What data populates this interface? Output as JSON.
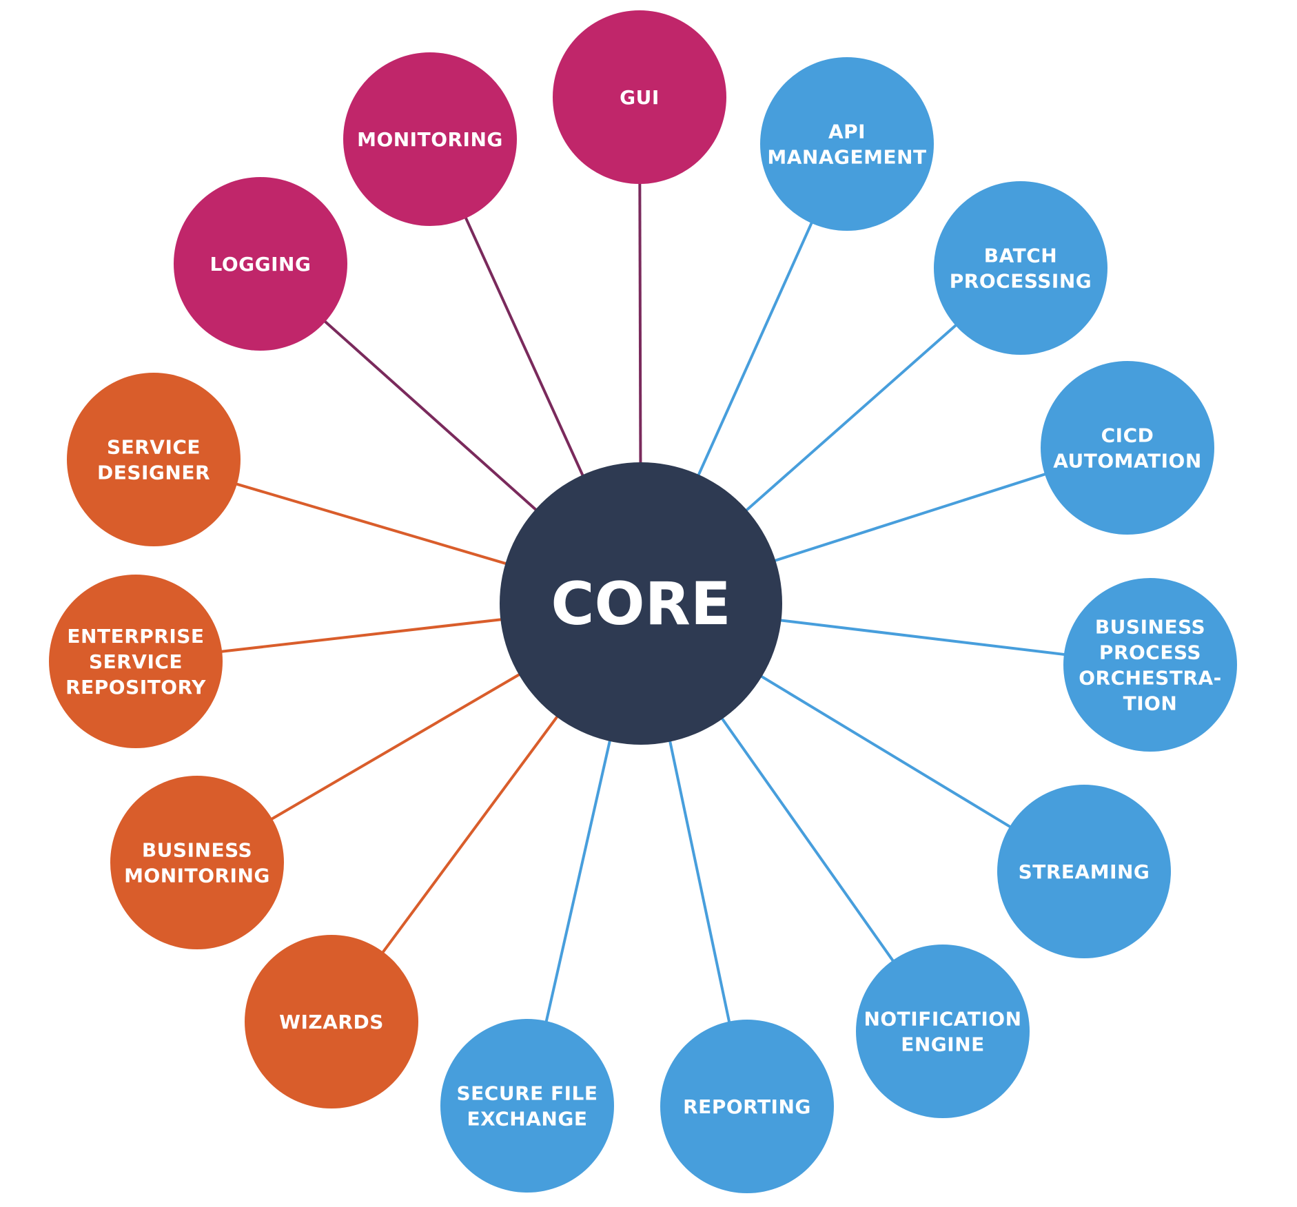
{
  "core": {
    "label": "CORE",
    "color": "#2e3a52"
  },
  "colors": {
    "magenta": "#c0266a",
    "magenta_line": "#7a2a5c",
    "orange": "#d95d2b",
    "blue": "#479edc"
  },
  "nodes": [
    {
      "id": "gui",
      "lines": [
        "GUI"
      ],
      "group": "magenta"
    },
    {
      "id": "monitoring",
      "lines": [
        "MONITORING"
      ],
      "group": "magenta"
    },
    {
      "id": "logging",
      "lines": [
        "LOGGING"
      ],
      "group": "magenta"
    },
    {
      "id": "service-designer",
      "lines": [
        "SERVICE",
        "DESIGNER"
      ],
      "group": "orange"
    },
    {
      "id": "enterprise-service-repository",
      "lines": [
        "ENTERPRISE",
        "SERVICE",
        "REPOSITORY"
      ],
      "group": "orange"
    },
    {
      "id": "business-monitoring",
      "lines": [
        "BUSINESS",
        "MONITORING"
      ],
      "group": "orange"
    },
    {
      "id": "wizards",
      "lines": [
        "WIZARDS"
      ],
      "group": "orange"
    },
    {
      "id": "secure-file-exchange",
      "lines": [
        "SECURE FILE",
        "EXCHANGE"
      ],
      "group": "blue"
    },
    {
      "id": "reporting",
      "lines": [
        "REPORTING"
      ],
      "group": "blue"
    },
    {
      "id": "notification-engine",
      "lines": [
        "NOTIFICATION",
        "ENGINE"
      ],
      "group": "blue"
    },
    {
      "id": "streaming",
      "lines": [
        "STREAMING"
      ],
      "group": "blue"
    },
    {
      "id": "business-process-orchestration",
      "lines": [
        "BUSINESS",
        "PROCESS",
        "ORCHESTRA-",
        "TION"
      ],
      "group": "blue"
    },
    {
      "id": "cicd-automation",
      "lines": [
        "CICD",
        "AUTOMATION"
      ],
      "group": "blue"
    },
    {
      "id": "batch-processing",
      "lines": [
        "BATCH",
        "PROCESSING"
      ],
      "group": "blue"
    },
    {
      "id": "api-management",
      "lines": [
        "API",
        "MANAGEMENT"
      ],
      "group": "blue"
    }
  ]
}
